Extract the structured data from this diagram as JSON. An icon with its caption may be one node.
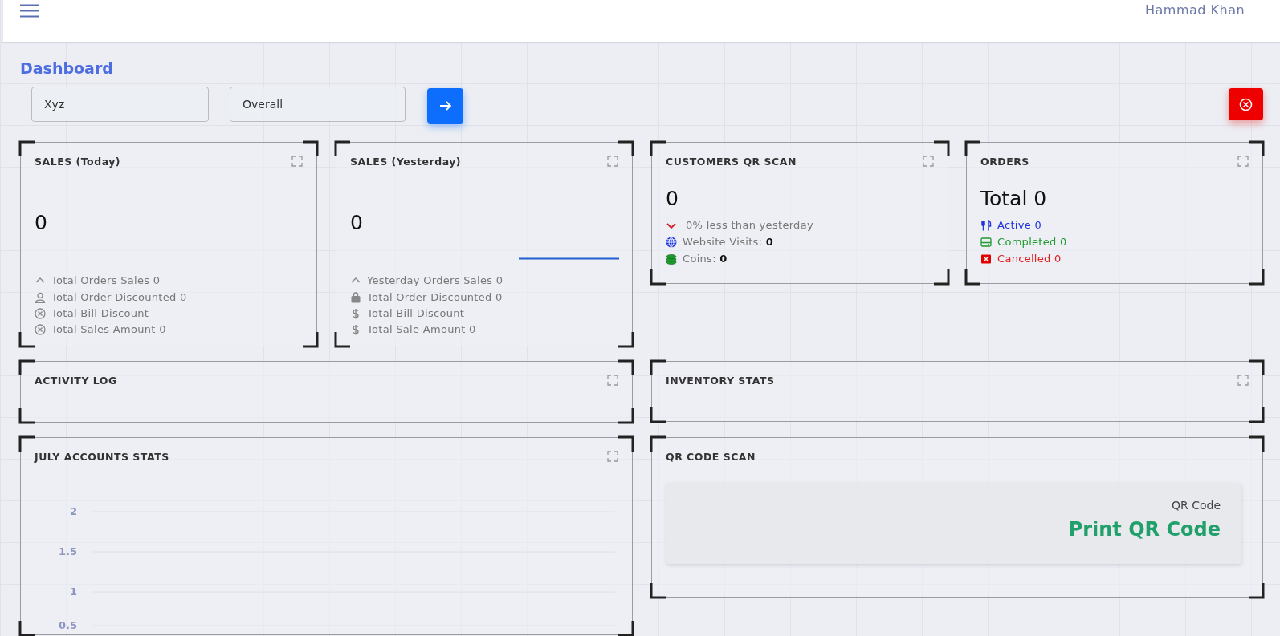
{
  "diagram": {
    "nodes": [
      {
        "text": [
          "SALES (Today)",
          "0",
          "Total Orders Sales 0",
          "Total Order Discounted 0",
          "Total Bill Discount",
          "Total Sales Amount 0"
        ]
      },
      {
        "text": [
          "SALES (Yesterday)",
          "0",
          "Yesterday Orders Sales 0",
          "Total Order Discounted 0",
          "Total Bill Discount",
          "Total Sale Amount 0"
        ]
      },
      {
        "text": [
          "CUSTOMERS QR SCAN",
          "0",
          "0% less than yesterday",
          "Website Visits: **0**",
          "Coins: **0**"
        ]
      },
      {
        "text": [
          "ORDERS",
          "Total 0",
          "Active 0",
          "Completed 0",
          "Cancelled 0"
        ]
      },
      {
        "text": [
          "ACTIVITY LOG"
        ]
      },
      {
        "text": [
          "INVENTORY STATS"
        ]
      },
      {
        "text": [
          "JULY ACCOUNTS STATS"
        ]
      },
      {
        "text": [
          "QR CODE SCAN"
        ]
      },
      {
        "text": [
          "QR Code",
          "Print QR Code"
        ],
        "in": 7
      }
    ],
    "labels": [
      "Dashboard",
      "Xyz",
      "Overall",
      "Hammad Khan",
      "2",
      "1.5",
      "1",
      "0.5"
    ]
  }
}
